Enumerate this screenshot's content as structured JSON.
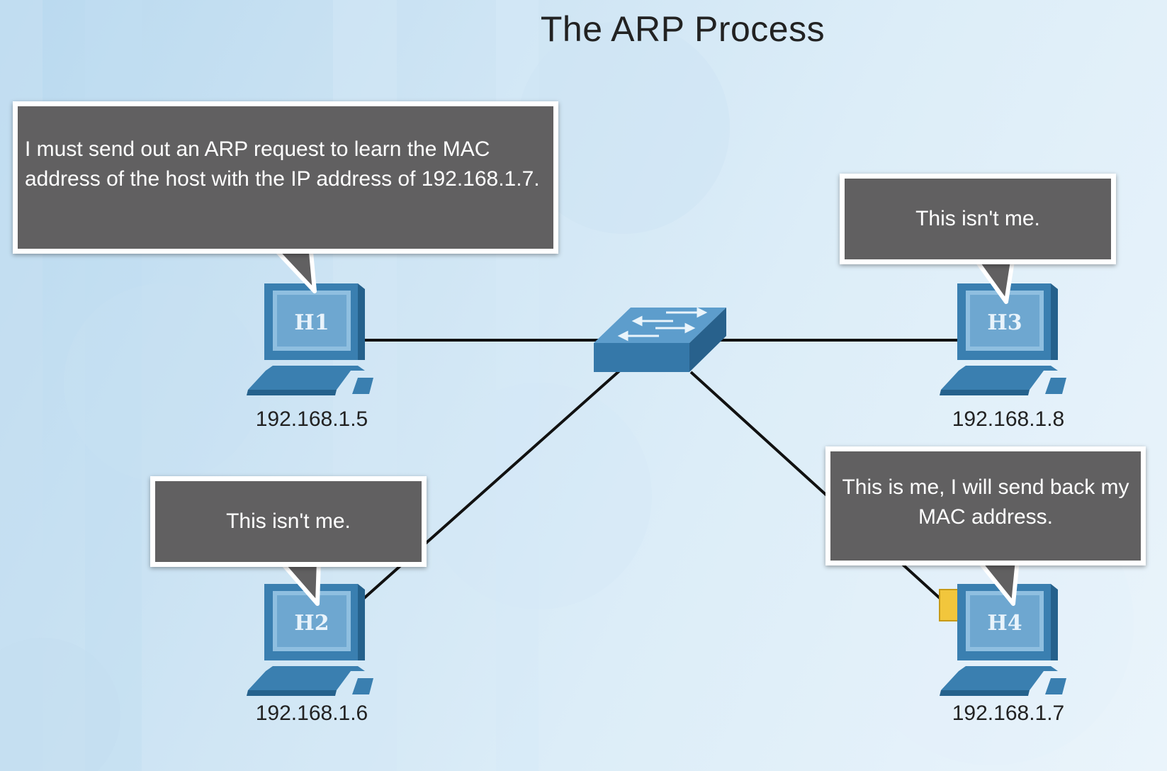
{
  "title": "The ARP Process",
  "hosts": [
    {
      "id": "H1",
      "ip": "192.168.1.5"
    },
    {
      "id": "H2",
      "ip": "192.168.1.6"
    },
    {
      "id": "H3",
      "ip": "192.168.1.8"
    },
    {
      "id": "H4",
      "ip": "192.168.1.7"
    }
  ],
  "callouts": {
    "h1": "I must send out an ARP request to learn the MAC address of the host with the IP address of 192.168.1.7.",
    "h2": "This isn't me.",
    "h3": "This isn't me.",
    "h4": "This is me, I will send back my MAC address."
  },
  "colors": {
    "callout_bg": "#616061",
    "device_blue": "#3a7fb0",
    "envelope": "#f2c63c"
  }
}
